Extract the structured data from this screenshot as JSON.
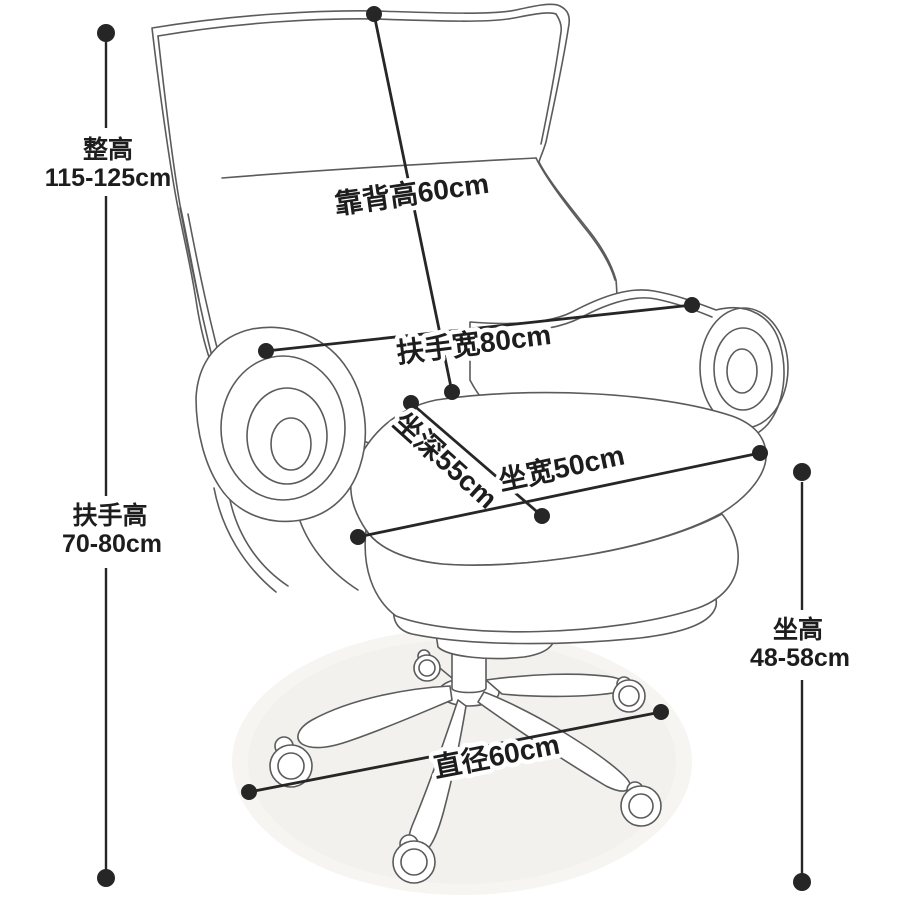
{
  "diagram": {
    "type": "product-dimension-diagram",
    "subject": "office-chair-line-drawing",
    "background": "#ffffff",
    "colors": {
      "dimension_ink": "#262626",
      "label_text": "#1d1d1d",
      "chair_outline": "#5b5b5b",
      "floor_mat": "#f2f1ee",
      "label_halo": "#ffffff"
    },
    "labels": {
      "overall_height": {
        "name": "整高",
        "value": "115-125cm"
      },
      "armrest_height": {
        "name": "扶手高",
        "value": "70-80cm"
      },
      "seat_height": {
        "name": "坐高",
        "value": "48-58cm"
      },
      "backrest_height": "靠背高60cm",
      "armrest_width": "扶手宽80cm",
      "seat_depth": "坐深55cm",
      "seat_width": "坐宽50cm",
      "base_diameter": "直径60cm"
    }
  }
}
